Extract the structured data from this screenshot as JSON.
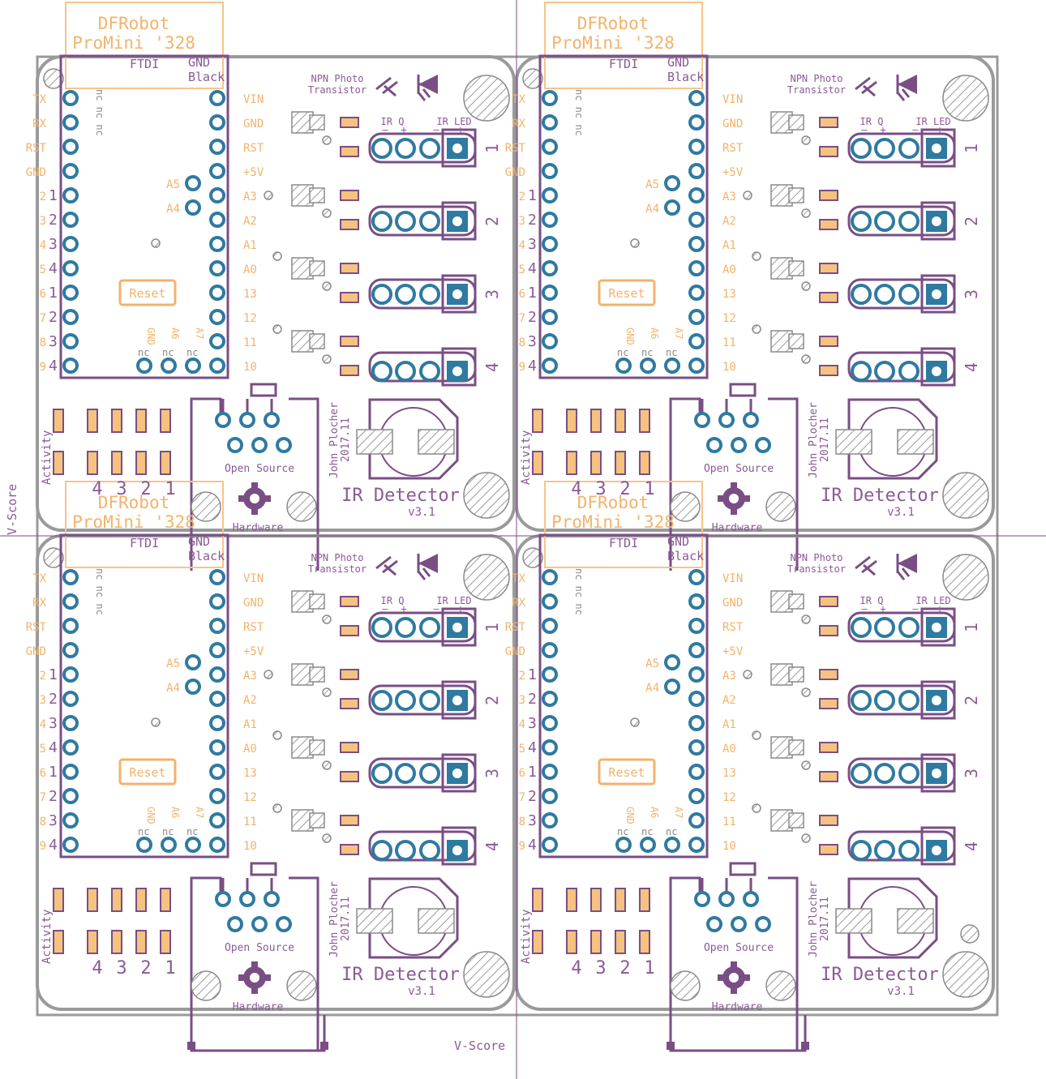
{
  "board": {
    "module_title_line1": "DFRobot",
    "module_title_line2": "ProMini '328",
    "ftdi_label": "FTDI",
    "gnd_label": "GND",
    "black_label": "Black",
    "left_header_labels": [
      "TX",
      "RX",
      "RST",
      "GND"
    ],
    "left_nc_label": "nc nc nc",
    "digital_nums": [
      "2",
      "3",
      "4",
      "5",
      "6",
      "7",
      "8",
      "9"
    ],
    "channel_side_nums": [
      "1",
      "2",
      "3",
      "4",
      "1",
      "2",
      "3",
      "4"
    ],
    "right_header_labels": [
      "VIN",
      "GND",
      "RST",
      "+5V",
      "A3",
      "A2",
      "A1",
      "A0",
      "13",
      "12",
      "11",
      "10"
    ],
    "a5_label": "A5",
    "a4_label": "A4",
    "reset_label": "Reset",
    "bottom_pin_labels": [
      "GND",
      "A6",
      "A7"
    ],
    "nc_label": "nc",
    "npn_label_line1": "NPN Photo",
    "npn_label_line2": "Transistor",
    "ir_q_label": "IR Q",
    "ir_led_label": "IR LED",
    "minus_label": "–",
    "plus_label": "+",
    "connector_nums": [
      "1",
      "2",
      "3",
      "4"
    ],
    "activity_label": "Activity",
    "activity_nums": [
      "4",
      "3",
      "2",
      "1"
    ],
    "open_source_label": "Open Source",
    "hardware_label": "Hardware",
    "author_line1": "John Plocher",
    "author_line2": "2017.11",
    "product_title": "IR Detector",
    "version": "v3.1"
  },
  "vscore_label": "V-Score",
  "colors": {
    "silkscreen": "#7a4e85",
    "pad_label": "#f2b36b",
    "copper_pad": "#2f7aa0",
    "outline": "#9a9a9a",
    "smd_pad": "#f5c27f"
  }
}
